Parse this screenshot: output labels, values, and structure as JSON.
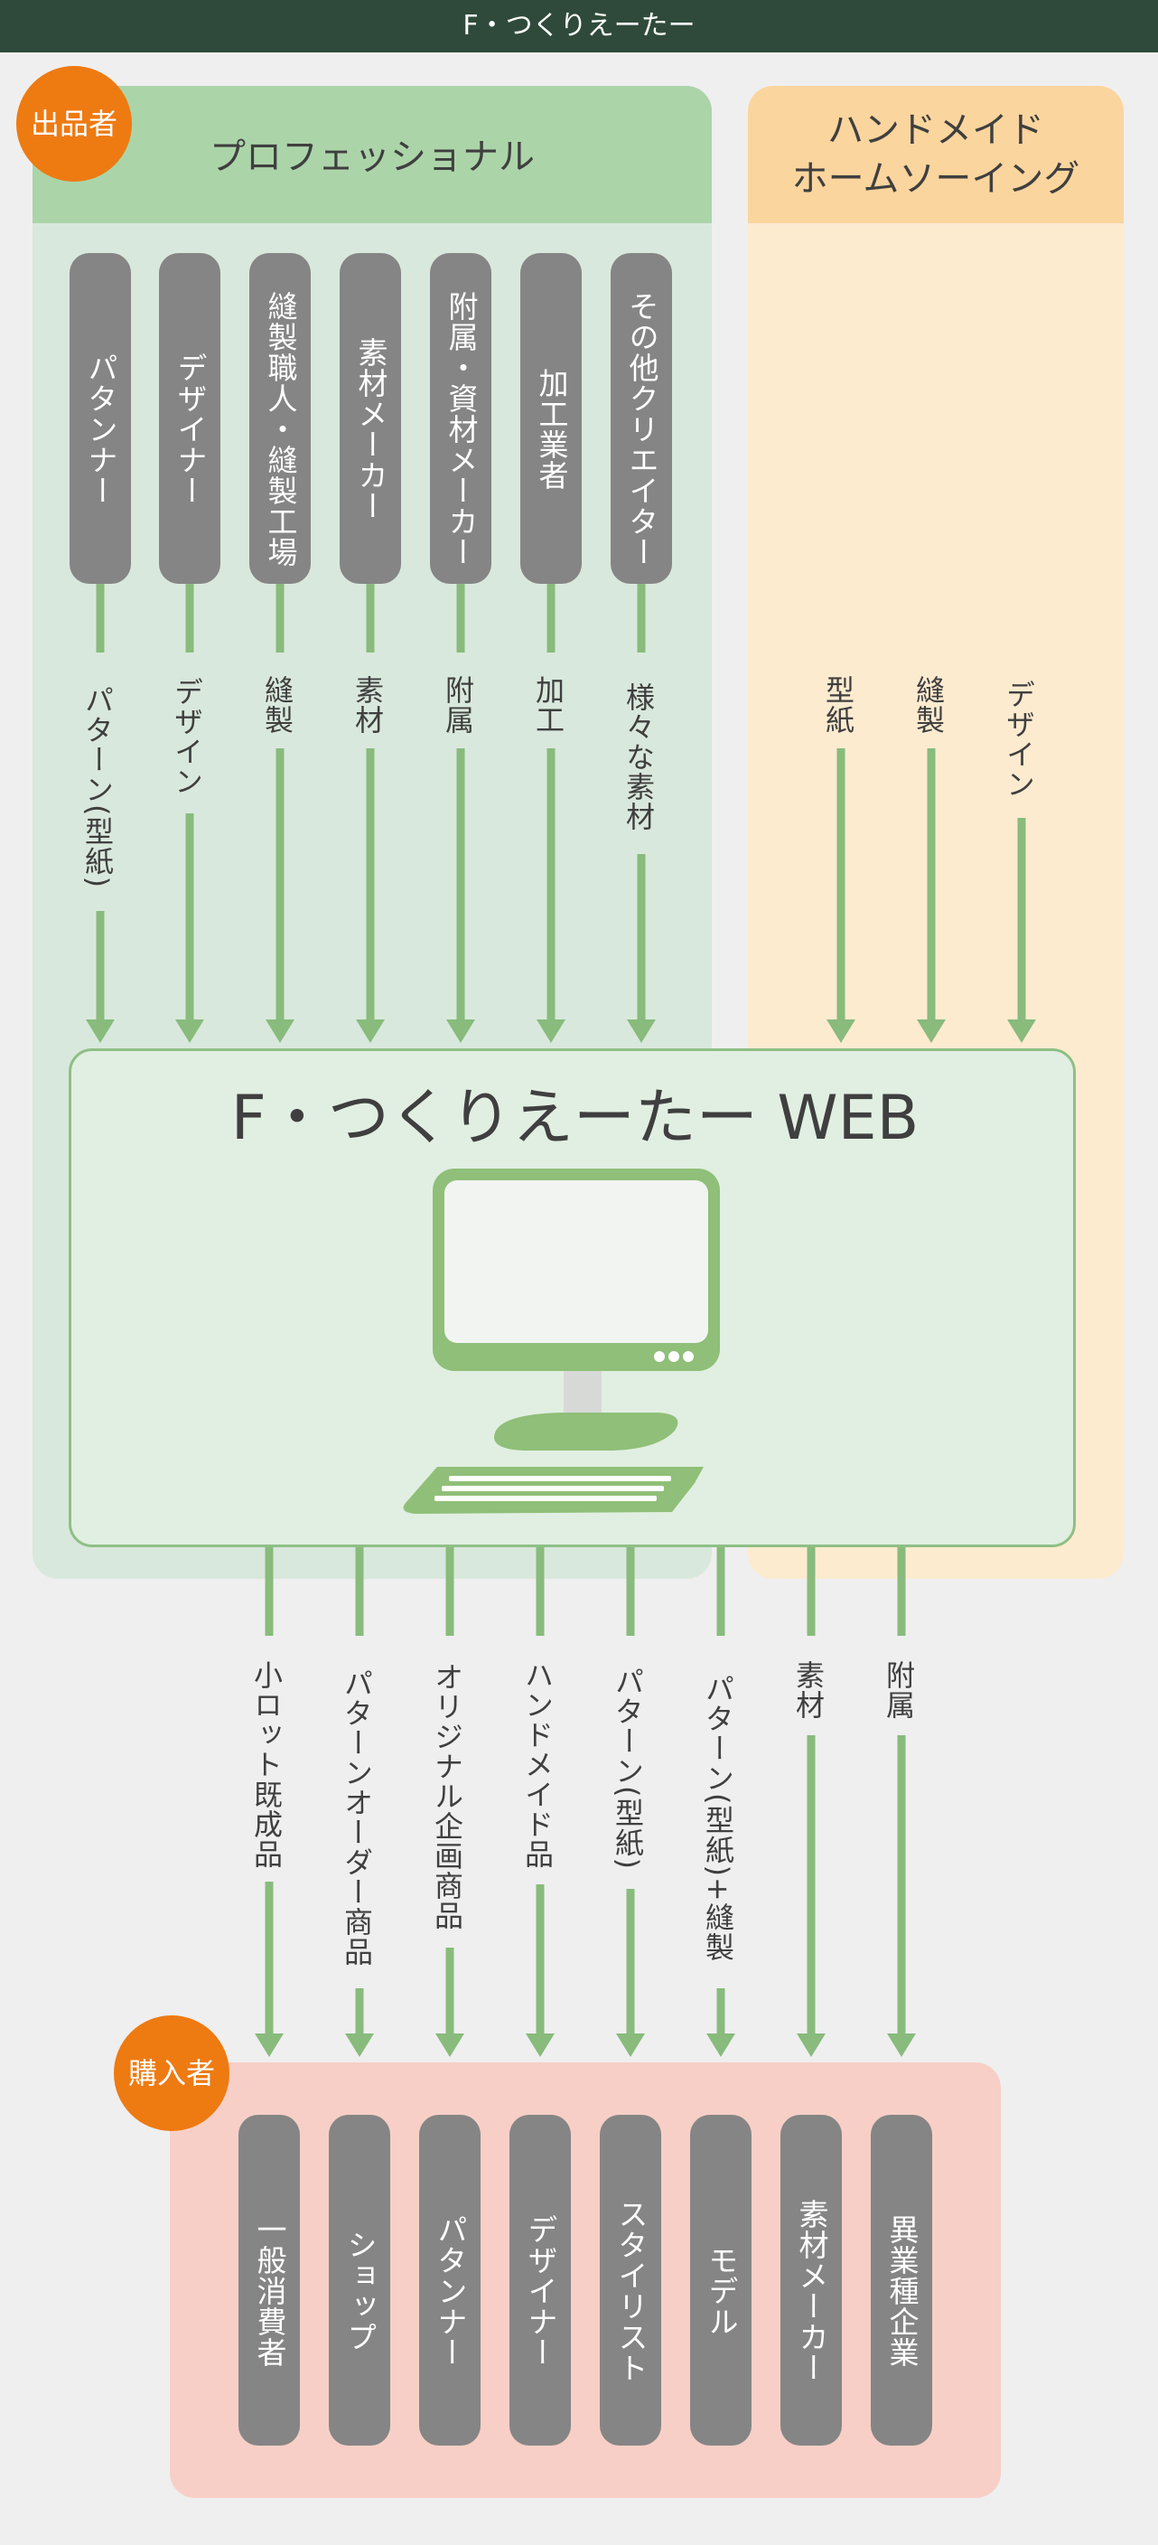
{
  "header": {
    "title": "F・つくりえーたー"
  },
  "professional": {
    "badge": "出品者",
    "title": "プロフェッショナル",
    "roles": [
      "パタンナー",
      "デザイナー",
      "縫製職人・縫製工場",
      "素材メーカー",
      "附属・資材メーカー",
      "加工業者",
      "その他クリエイター"
    ],
    "flows": [
      "パターン(型紙)",
      "デザイン",
      "縫製",
      "素材",
      "附属",
      "加工",
      "様々な素材"
    ]
  },
  "handmade": {
    "title_line1": "ハンドメイド",
    "title_line2": "ホームソーイング",
    "flows": [
      "型紙",
      "縫製",
      "デザイン"
    ]
  },
  "web": {
    "title": "F・つくりえーたー WEB"
  },
  "outputs": [
    "小ロット既成品",
    "パターンオーダー商品",
    "オリジナル企画商品",
    "ハンドメイド品",
    "パターン(型紙)",
    "パターン(型紙)+縫製",
    "素材",
    "附属"
  ],
  "buyers": {
    "badge": "購入者",
    "roles": [
      "一般消費者",
      "ショップ",
      "パタンナー",
      "デザイナー",
      "スタイリスト",
      "モデル",
      "素材メーカー",
      "異業種企業"
    ]
  },
  "colors": {
    "arrow": "#88bb7c",
    "badge": "#ee7a12",
    "pill": "#858585",
    "monitor": "#8fbf78"
  }
}
